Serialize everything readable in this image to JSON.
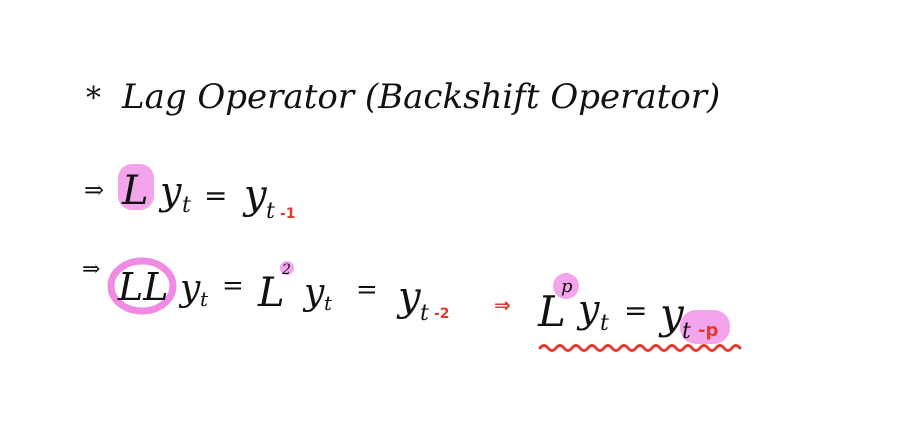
{
  "note": {
    "heading": {
      "bullet": "*",
      "text": "Lag Operator (Backshift Operator)"
    },
    "line1": {
      "arrow": "⇒",
      "lhs_operator": "L",
      "lhs_var": "y",
      "lhs_sub": "t",
      "equals": "=",
      "rhs_var": "y",
      "rhs_sub_main": "t",
      "rhs_sub_shift": "-1"
    },
    "line2": {
      "arrow": "⇒",
      "op_pair": "LL",
      "var1": "y",
      "sub1": "t",
      "eq1": "=",
      "pow_base": "L",
      "pow_exp": "2",
      "var2": "y",
      "sub2": "t",
      "eq2": "=",
      "var3": "y",
      "sub3_main": "t",
      "sub3_shift": "-2"
    },
    "general": {
      "arrow": "⇒",
      "base": "L",
      "exp": "p",
      "var": "y",
      "sub": "t",
      "equals": "=",
      "rhs_var": "y",
      "rhs_sub_main": "t",
      "rhs_sub_shift": "-p"
    },
    "colors": {
      "ink": "#111111",
      "accent_red": "#e23b2e",
      "highlight_pink": "#f39ae8"
    }
  }
}
